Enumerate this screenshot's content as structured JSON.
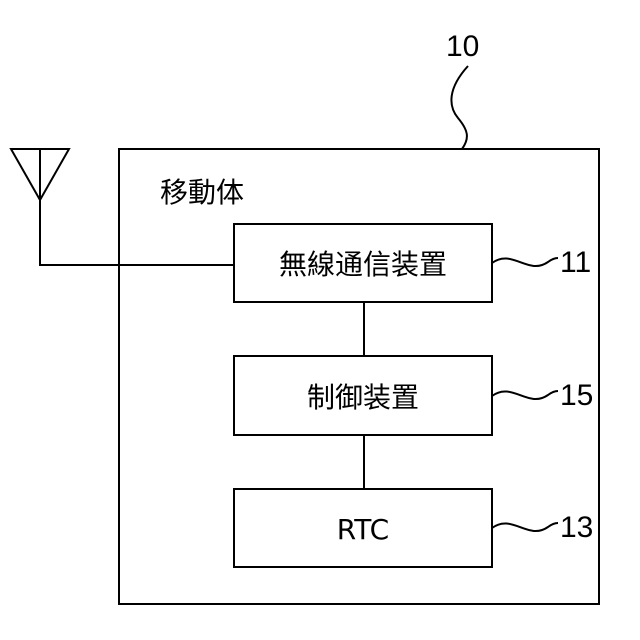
{
  "outer": {
    "title": "移動体",
    "ref": "10"
  },
  "blocks": [
    {
      "id": "wireless",
      "label": "無線通信装置",
      "ref": "11"
    },
    {
      "id": "control",
      "label": "制御装置",
      "ref": "15"
    },
    {
      "id": "rtc",
      "label": "RTC",
      "ref": "13"
    }
  ],
  "colors": {
    "line": "#000000",
    "background": "#ffffff"
  },
  "icons": {
    "antenna": "antenna-icon"
  }
}
